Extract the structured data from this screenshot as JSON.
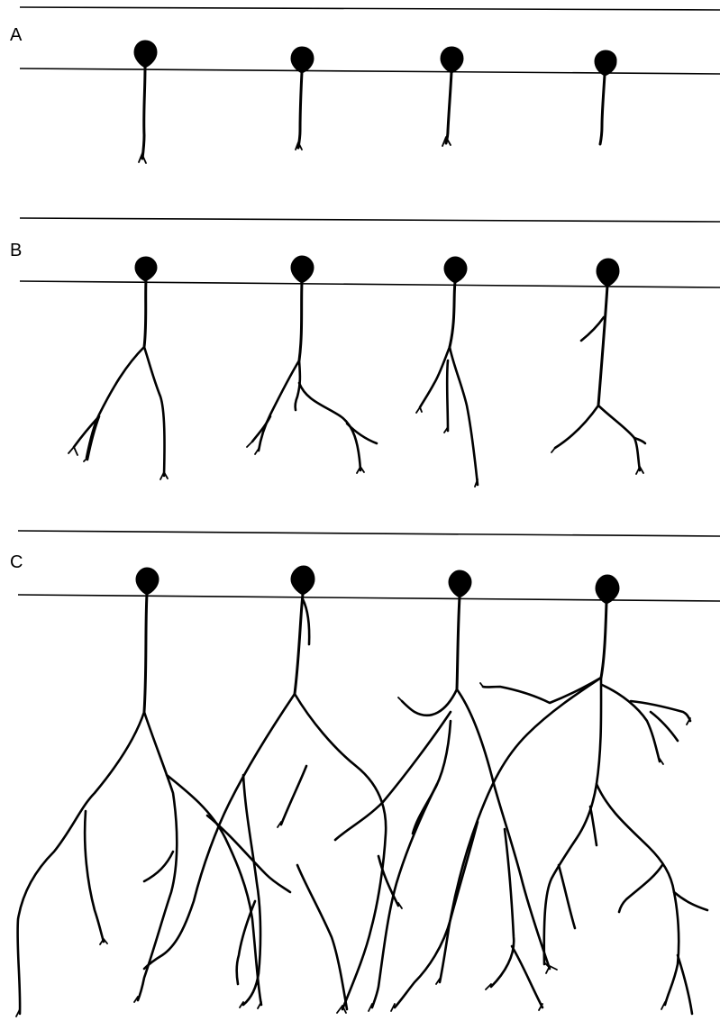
{
  "panels": [
    {
      "label": "A"
    },
    {
      "label": "B"
    },
    {
      "label": "C"
    }
  ],
  "colors": {
    "ink": "#000000",
    "paper": "#ffffff"
  }
}
